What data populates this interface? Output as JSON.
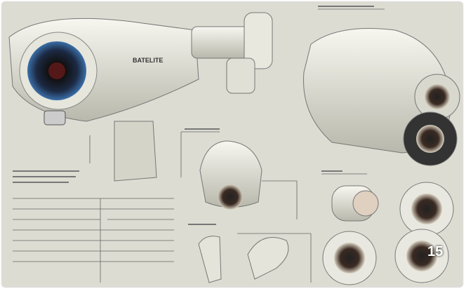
{
  "illustration": {
    "subject": "security-camera-concept-sheet",
    "logo_text": "BATELITE",
    "colors": {
      "background": "#dcdcd2",
      "body": "#eeeee6",
      "lens": "#1c2a44",
      "lens_ring": "#3b6fa8",
      "line": "#555550"
    }
  },
  "overlay": {
    "number": "15"
  }
}
